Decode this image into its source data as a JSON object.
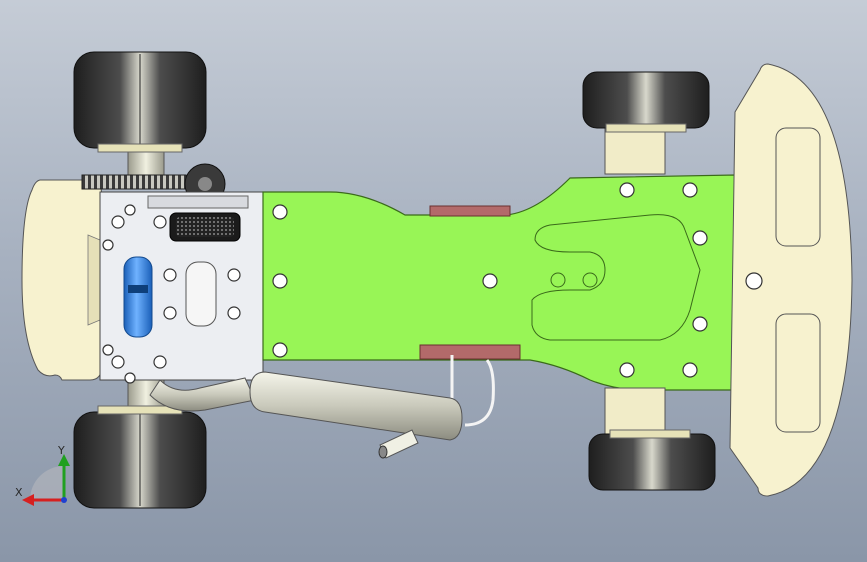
{
  "viewport": {
    "background_top": "#c5ccd6",
    "background_bottom": "#8a96a8"
  },
  "model": {
    "parts": [
      "rear-bumper",
      "rear-tire-top",
      "rear-tire-bottom",
      "spur-gear",
      "engine-block",
      "fuel-tank",
      "air-filter",
      "main-chassis-plate",
      "exhaust-muffler",
      "exhaust-tip",
      "front-bumper",
      "front-tire-top",
      "front-tire-bottom",
      "servo-bracket",
      "antenna-wire"
    ],
    "colors": {
      "chassis": "#98f556",
      "bumper": "#f7f2cf",
      "tire": "#2a2a2a",
      "engine": "#e8eaee",
      "fuel_tank": "#2b7bd6",
      "muffler": "#dcdcd0",
      "servo": "#b36a6a"
    }
  },
  "triad": {
    "x_label": "X",
    "y_label": "Y",
    "x_color": "#d62020",
    "y_color": "#20a020",
    "z_color": "#2040d0"
  }
}
